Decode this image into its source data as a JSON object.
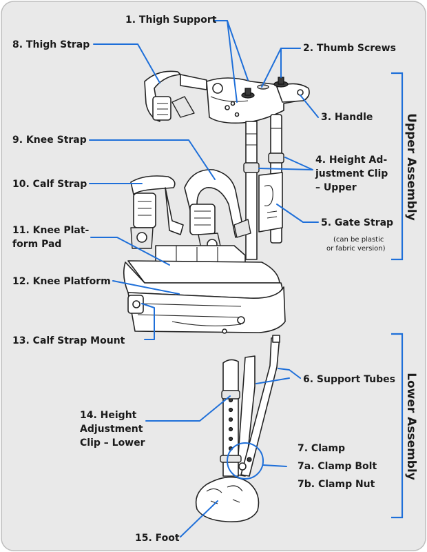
{
  "labels": {
    "thigh_support": "1. Thigh Support",
    "thumb_screws": "2. Thumb Screws",
    "handle": "3. Handle",
    "height_clip_upper_l1": "4. Height Ad-",
    "height_clip_upper_l2": "justment Clip",
    "height_clip_upper_l3": "– Upper",
    "gate_strap": "5. Gate Strap",
    "gate_strap_note_l1": "(can be plastic",
    "gate_strap_note_l2": "or fabric version)",
    "support_tubes": "6. Support Tubes",
    "clamp": "7. Clamp",
    "clamp_bolt": "7a. Clamp Bolt",
    "clamp_nut": "7b. Clamp Nut",
    "thigh_strap": "8. Thigh Strap",
    "knee_strap": "9. Knee Strap",
    "calf_strap": "10. Calf Strap",
    "knee_platform_pad_l1": "11. Knee Plat-",
    "knee_platform_pad_l2": "form Pad",
    "knee_platform": "12. Knee Platform",
    "calf_strap_mount": "13. Calf Strap Mount",
    "height_clip_lower_l1": "14. Height",
    "height_clip_lower_l2": "Adjustment",
    "height_clip_lower_l3": "Clip – Lower",
    "foot": "15. Foot"
  },
  "sections": {
    "upper": "Upper Assembly",
    "lower": "Lower Assembly"
  },
  "colors": {
    "pointer": "#1e6fd9",
    "background": "#e9e9e9"
  }
}
